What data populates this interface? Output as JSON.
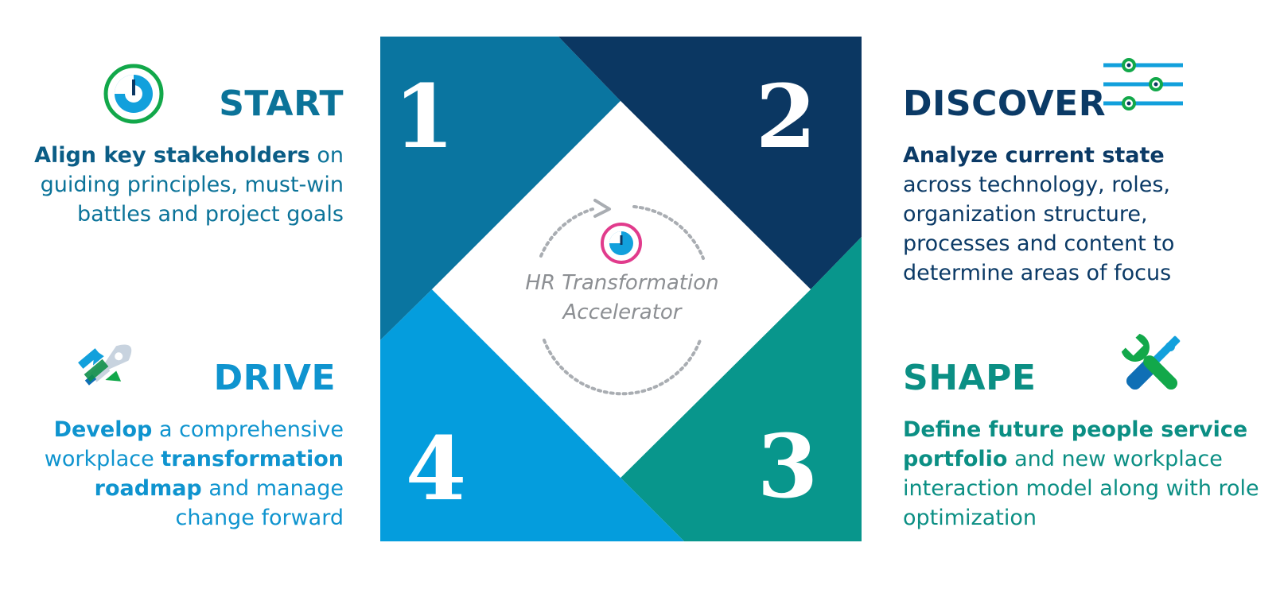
{
  "center": {
    "line1": "HR Transformation",
    "line2": "Accelerator"
  },
  "quadrants": {
    "q1": {
      "number": "1",
      "color": "#0a75a0"
    },
    "q2": {
      "number": "2",
      "color": "#0b3762"
    },
    "q3": {
      "number": "3",
      "color": "#08968c"
    },
    "q4": {
      "number": "4",
      "color": "#049ddd"
    }
  },
  "phases": {
    "start": {
      "title": "START",
      "bold": "Align key stakeholders",
      "rest": "on guiding principles, must-win battles and project goals",
      "icon": "speedometer-icon"
    },
    "discover": {
      "title": "DISCOVER",
      "bold": "Analyze current state",
      "rest": "across technology, roles, organization structure, processes and content to determine areas of focus",
      "icon": "sliders-icon"
    },
    "shape": {
      "title": "SHAPE",
      "bold": "Define future people service portfolio",
      "rest": "and new workplace interaction model along with role optimization",
      "icon": "tools-icon"
    },
    "drive": {
      "title": "DRIVE",
      "bold1": "Develop",
      "mid1": "a comprehensive workplace",
      "bold2": "transformation roadmap",
      "rest": "and manage change forward",
      "icon": "rocket-icon"
    }
  }
}
